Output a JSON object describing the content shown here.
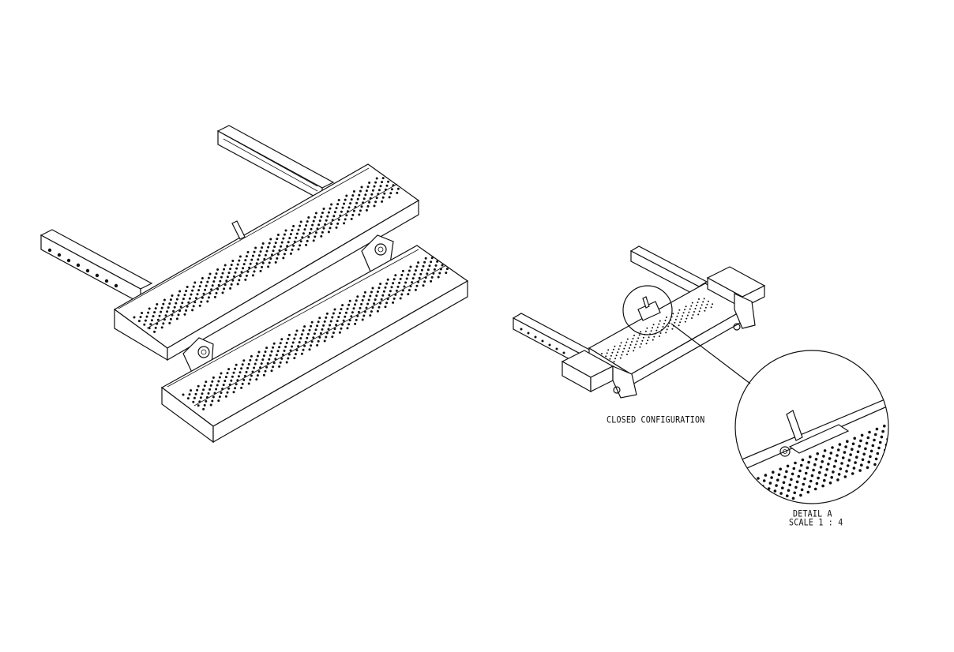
{
  "labels": {
    "closed_configuration": "CLOSED CONFIGURATION",
    "detail_title": "DETAIL A",
    "detail_scale": "SCALE 1 : 4"
  }
}
